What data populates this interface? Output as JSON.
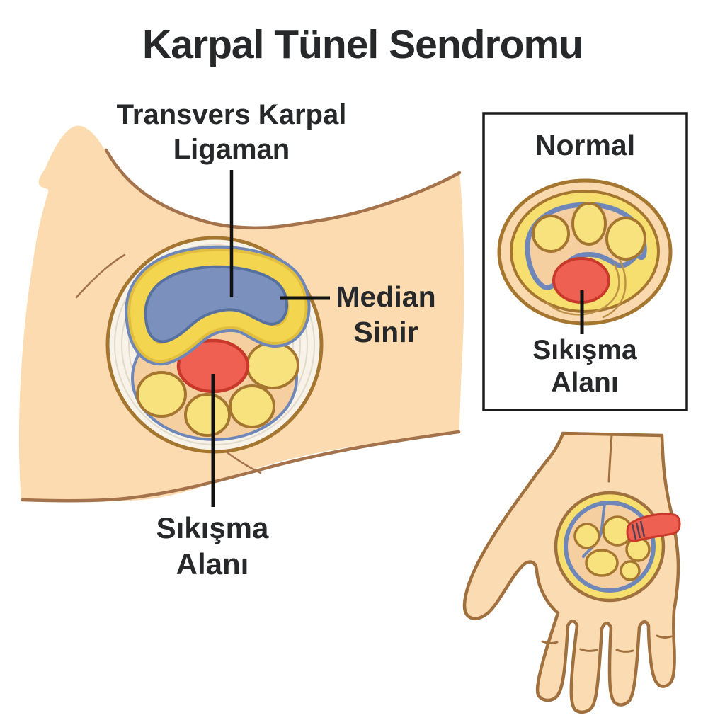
{
  "title": "Karpal Tünel Sendromu",
  "labels": {
    "transverse_ligament": {
      "line1": "Transvers Karpal",
      "line2": "Ligaman"
    },
    "median_nerve": {
      "line1": "Median",
      "line2": "Sinir"
    },
    "compression_main": {
      "line1": "Sıkışma",
      "line2": "Alanı"
    },
    "inset_title": "Normal",
    "compression_inset": {
      "line1": "Sıkışma",
      "line2": "Alanı"
    }
  },
  "colors": {
    "skin": "#FCDBB0",
    "outline_brown": "#A5734B",
    "ring_cream": "#F8F3E8",
    "ring_arc": "#E0DACA",
    "ligament_yellow": "#F4D550",
    "ligament_yellow_dark": "#E2BE3F",
    "nerve_blue": "#7C90BE",
    "nerve_blue_border": "#56719F",
    "sheath_blue": "#6E86B8",
    "compression_red": "#EF6052",
    "compression_red_border": "#C8392B",
    "tendon_yellow": "#F8E27D",
    "tendon_border": "#A5762F",
    "canal_tan": "#F6CFA0",
    "inset_border": "#1A1A1A",
    "label_line": "#111111",
    "text": "#26282A"
  }
}
